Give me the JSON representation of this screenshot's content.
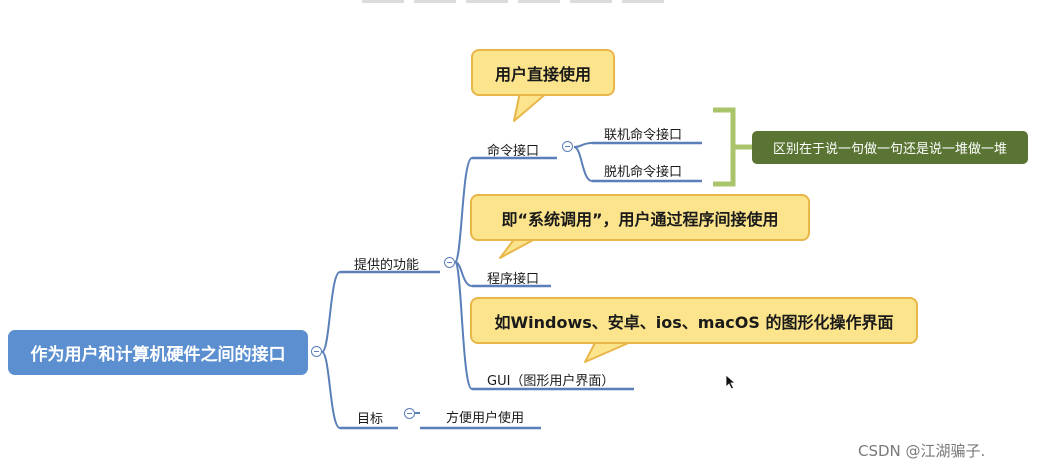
{
  "root": {
    "label": "作为用户和计算机硬件之间的接口"
  },
  "branches": {
    "functions": "提供的功能",
    "goal": "目标",
    "goal_child": "方便用户使用",
    "command_interface": "命令接口",
    "online_command": "联机命令接口",
    "offline_command": "脱机命令接口",
    "program_interface": "程序接口",
    "gui": "GUI（图形用户界面）"
  },
  "notes": {
    "command_note": "用户直接使用",
    "program_note": "即“系统调用”，用户通过程序间接使用",
    "gui_note": "如Windows、安卓、ios、macOS 的图形化操作界面"
  },
  "summary": {
    "text": "区别在于说一句做一句还是说一堆做一堆"
  },
  "watermark": {
    "text": "CSDN @江湖骗子."
  },
  "colors": {
    "root": "#5b8fd0",
    "line": "#5b7fb8",
    "note_fill": "#fbe48c",
    "note_border": "#e9b64a",
    "summary_fill": "#5a7533",
    "bracket": "#a9c46b"
  }
}
